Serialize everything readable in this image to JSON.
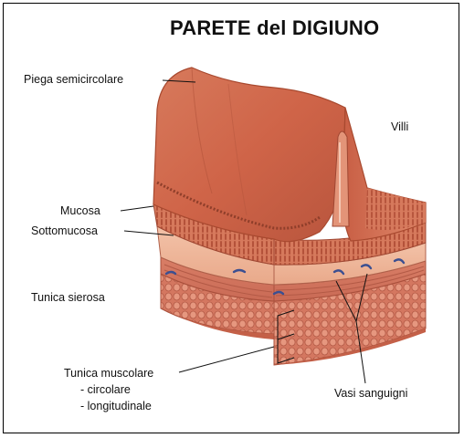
{
  "title": "PARETE del DIGIUNO",
  "labels": {
    "piega": "Piega semicircolare",
    "villi": "Villi",
    "mucosa": "Mucosa",
    "sottomucosa": "Sottomucosa",
    "sierosa": "Tunica sierosa",
    "muscolare": "Tunica muscolare",
    "circolare": "- circolare",
    "longitudinale": "- longitudinale",
    "vasi": "Vasi sanguigni"
  }
}
